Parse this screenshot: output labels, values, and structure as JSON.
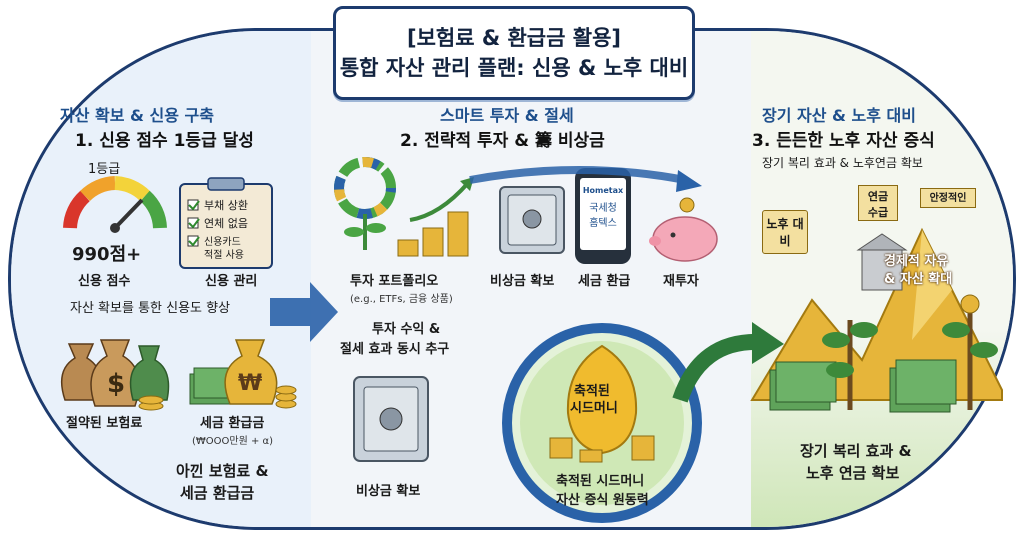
{
  "title": {
    "line1": "[보험료 & 환급금 활용]",
    "line2": "통합 자산 관리 플랜: 신용 & 노후 대비"
  },
  "left": {
    "heading": "자산 확보 & 신용 구축",
    "subheading": "1. 신용 점수 1등급 달성",
    "grade_label": "1등급",
    "score_value": "990점+",
    "score_caption": "신용 점수",
    "checklist": [
      "부채 상환",
      "연체 없음",
      "신용카드",
      "적절 사용"
    ],
    "checklist_caption": "신용 관리",
    "summary": "자산 확보를 통한 신용도 향상",
    "saved_premium": "절약된 보험료",
    "tax_refund": "세금 환급금",
    "tax_refund_amount": "(₩OOO만원 + α)",
    "bottom_line1": "아낀 보험료 &",
    "bottom_line2": "세금 환급금",
    "currency_symbol": "₩",
    "dollar_symbol": "$"
  },
  "middle": {
    "heading": "스마트 투자 & 절세",
    "subheading": "2. 전략적 투자 & 籌 비상금",
    "portfolio_label": "투자 포트폴리오",
    "portfolio_sub": "(e.g., ETFs, 금융 상품)",
    "emergency_label": "비상금 확보",
    "tax_refund_label": "세금 환급",
    "reinvest_label": "재투자",
    "goal_line1": "투자 수익 &",
    "goal_line2": "절세 효과 동시 추구",
    "phone_brand": "Hometax",
    "phone_text1": "국세청",
    "phone_text2": "홈텍스",
    "emergency_label2": "비상금 확보",
    "seed_inner1": "축적된",
    "seed_inner2": "시드머니",
    "seed_caption1": "축적된 시드머니",
    "seed_caption2": "자산 증식 원동력"
  },
  "right": {
    "heading": "장기 자산 & 노후 대비",
    "subheading": "3. 든든한 노후 자산 증식",
    "caption": "장기 복리 효과 & 노후연금 확보",
    "flag1": "노후 대비",
    "flag2a": "연금",
    "flag2b": "수급",
    "flag3": "안정적인",
    "mountain_text1": "경제적 자유",
    "mountain_text2": "& 자산 확대",
    "bottom_line1": "장기 복리 효과 &",
    "bottom_line2": "노후 연금 확보"
  },
  "colors": {
    "navy": "#1d3b6e",
    "blue_heading": "#1e4f8c",
    "gold": "#e6b53a",
    "green": "#3d8a3a"
  }
}
